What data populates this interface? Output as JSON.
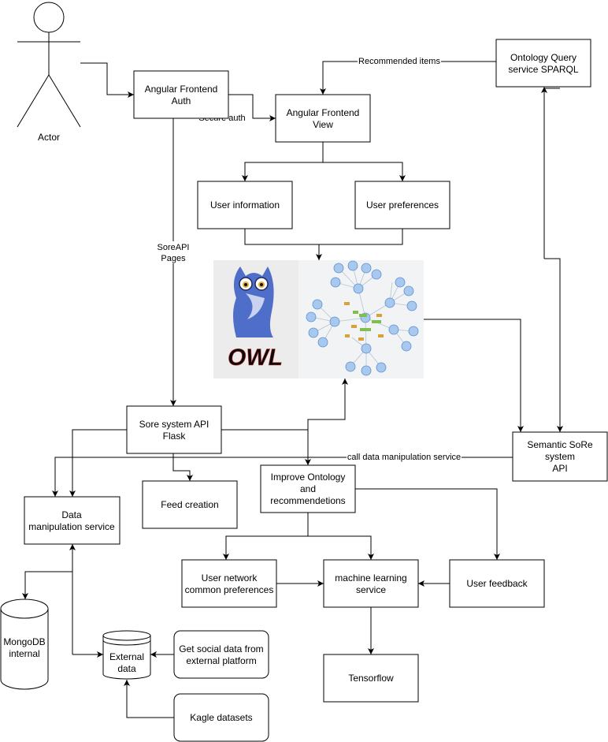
{
  "nodes": {
    "actor": {
      "label": "Actor"
    },
    "angular_auth": {
      "lines": [
        "Angular Frontend",
        "Auth"
      ]
    },
    "angular_view": {
      "lines": [
        "Angular Frontend",
        "View"
      ]
    },
    "ontology_query": {
      "lines": [
        "Ontology Query",
        "service SPARQL"
      ]
    },
    "user_information": {
      "lines": [
        "User information"
      ]
    },
    "user_preferences": {
      "lines": [
        "User preferences"
      ]
    },
    "owl_logo": {
      "text": "OWL"
    },
    "sore_api": {
      "lines": [
        "Sore system API",
        "Flask"
      ]
    },
    "semantic_sore": {
      "lines": [
        "Semantic SoRe",
        "system",
        "API"
      ]
    },
    "data_manipulation": {
      "lines": [
        "Data",
        "manipulation service"
      ]
    },
    "feed_creation": {
      "lines": [
        "Feed creation"
      ]
    },
    "improve_ontology": {
      "lines": [
        "Improve Ontology",
        "and",
        "recommendetions"
      ]
    },
    "user_network": {
      "lines": [
        "User network",
        "common preferences"
      ]
    },
    "ml_service": {
      "lines": [
        "machine learning",
        "service"
      ]
    },
    "user_feedback": {
      "lines": [
        "User feedback"
      ]
    },
    "mongodb": {
      "lines": [
        "MongoDB",
        "internal"
      ]
    },
    "external_data": {
      "lines": [
        "External",
        "data"
      ]
    },
    "social_data": {
      "lines": [
        "Get social data from",
        "external platform"
      ]
    },
    "tensorflow": {
      "lines": [
        "Tensorflow"
      ]
    },
    "kagle": {
      "lines": [
        "Kagle datasets"
      ]
    }
  },
  "edge_labels": {
    "recommended_items": "Recommended items",
    "secure_auth": "Secure auth",
    "soreapi_pages": [
      "SoreAPI",
      "Pages"
    ],
    "call_data_manipulation": "call data manipulation service"
  },
  "colors": {
    "line": "#000000",
    "box_fill": "#ffffff",
    "graph_panel": "#f1f3f4",
    "graph_node": "#a9c8ee",
    "graph_node_stroke": "#5b8fd3",
    "owl_blue": "#4f6ec9",
    "owl_dark": "#22285a",
    "owl_text": "#0b0b0b"
  }
}
